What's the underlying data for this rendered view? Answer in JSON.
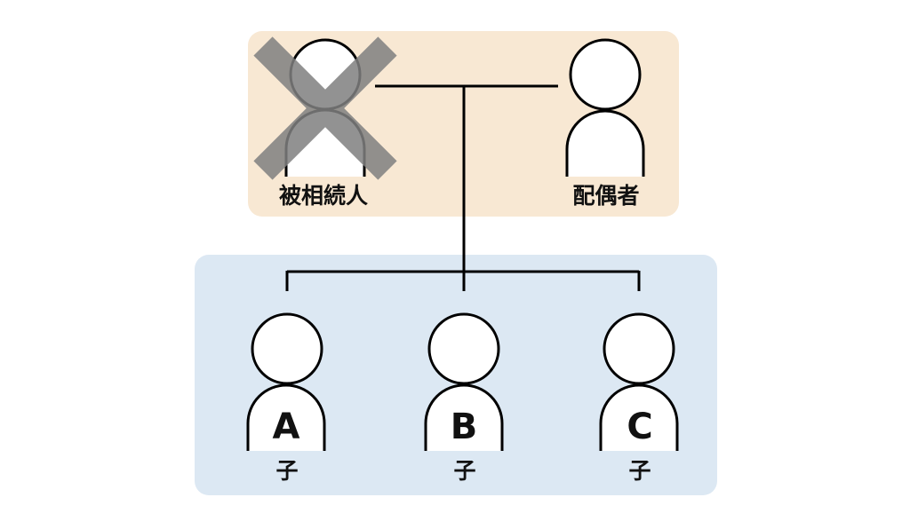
{
  "parents": {
    "deceased_label": "被相続人",
    "spouse_label": "配偶者"
  },
  "children": [
    {
      "letter": "A",
      "label": "子"
    },
    {
      "letter": "B",
      "label": "子"
    },
    {
      "letter": "C",
      "label": "子"
    }
  ],
  "colors": {
    "parents_box": "#f8e8d3",
    "children_box": "#dce8f3",
    "line": "#000000",
    "person_fill": "#ffffff",
    "cross": "#808080"
  }
}
